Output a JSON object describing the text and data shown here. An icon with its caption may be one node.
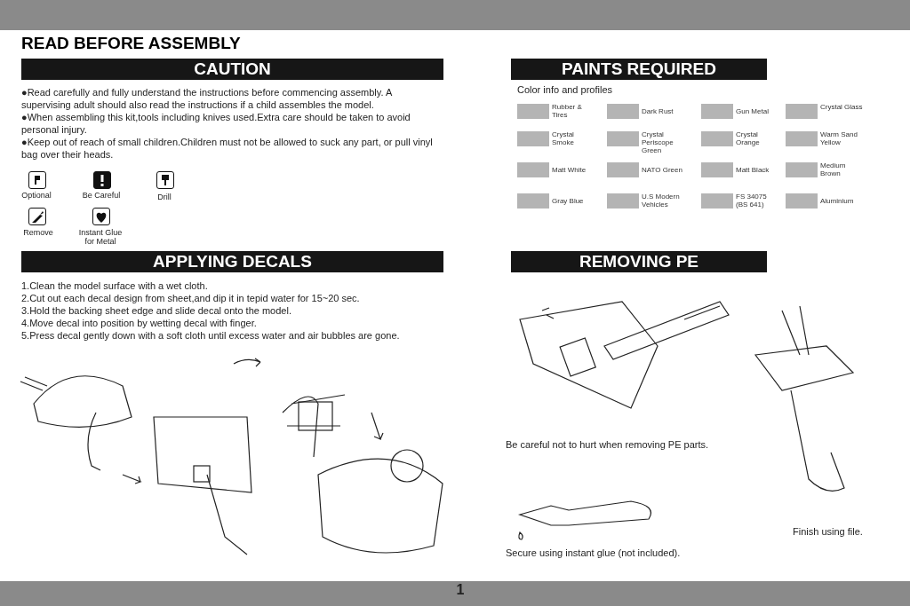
{
  "diagram": {
    "title": "READ BEFORE ASSEMBLY",
    "nodes": [
      {
        "text": [
          "CAUTION"
        ]
      },
      {
        "text": [
          "PAINTS REQUIRED"
        ]
      },
      {
        "text": [
          "APPLYING DECALS"
        ]
      },
      {
        "text": [
          "REMOVING PE"
        ]
      },
      {
        "text": [],
        "shape": "box",
        "beside": [
          "Rubber & Tires"
        ]
      },
      {
        "text": [],
        "shape": "box",
        "beside": [
          "Dark Rust"
        ]
      },
      {
        "text": [],
        "shape": "box",
        "beside": [
          "Gun Metal"
        ]
      },
      {
        "text": [],
        "shape": "box",
        "beside": [
          "Crystal Glass"
        ]
      },
      {
        "text": [],
        "shape": "box",
        "beside": [
          "Crystal Smoke"
        ]
      },
      {
        "text": [],
        "shape": "box",
        "beside": [
          "Crystal Periscope Green"
        ]
      },
      {
        "text": [],
        "shape": "box",
        "beside": [
          "Crystal Orange"
        ]
      },
      {
        "text": [],
        "shape": "box",
        "beside": [
          "Warm Sand Yellow"
        ]
      },
      {
        "text": [],
        "shape": "box",
        "beside": [
          "Matt White"
        ]
      },
      {
        "text": [],
        "shape": "box",
        "beside": [
          "NATO Green"
        ]
      },
      {
        "text": [],
        "shape": "box",
        "beside": [
          "Matt Black"
        ]
      },
      {
        "text": [],
        "shape": "box",
        "beside": [
          "Medium Brown"
        ]
      },
      {
        "text": [],
        "shape": "box",
        "beside": [
          "Gray Blue"
        ]
      },
      {
        "text": [],
        "shape": "box",
        "beside": [
          "U.S Modern Vehicles"
        ]
      },
      {
        "text": [],
        "shape": "box",
        "beside": [
          "FS 34075 (BS 641)"
        ]
      },
      {
        "text": [],
        "shape": "box",
        "beside": [
          "Aluminium"
        ]
      }
    ],
    "edges": [],
    "labels": [
      "●Read carefully and fully understand the instructions before commencing assembly. A supervising adult should also read the instructions if a child assembles the model.",
      "●When assembling this kit,tools including knives used.Extra care should be taken to avoid personal injury.",
      "●Keep out of reach of small children.Children must not be allowed to suck any part, or pull vinyl bag over their heads.",
      "Color info and profiles",
      "Optional",
      "Be Careful",
      "Drill",
      "Remove",
      "Instant Glue for Metal",
      "1.Clean the model surface with a wet cloth.",
      "2.Cut out each decal design from sheet,and dip it in tepid water for 15~20 sec.",
      "3.Hold the backing sheet edge and slide decal onto the model.",
      "4.Move decal into position by wetting decal with finger.",
      "5.Press decal gently down with a soft cloth until excess water and air bubbles are gone.",
      "Be careful not to hurt when removing PE parts.",
      "Finish using file.",
      "Secure using instant glue (not included).",
      "1"
    ]
  }
}
